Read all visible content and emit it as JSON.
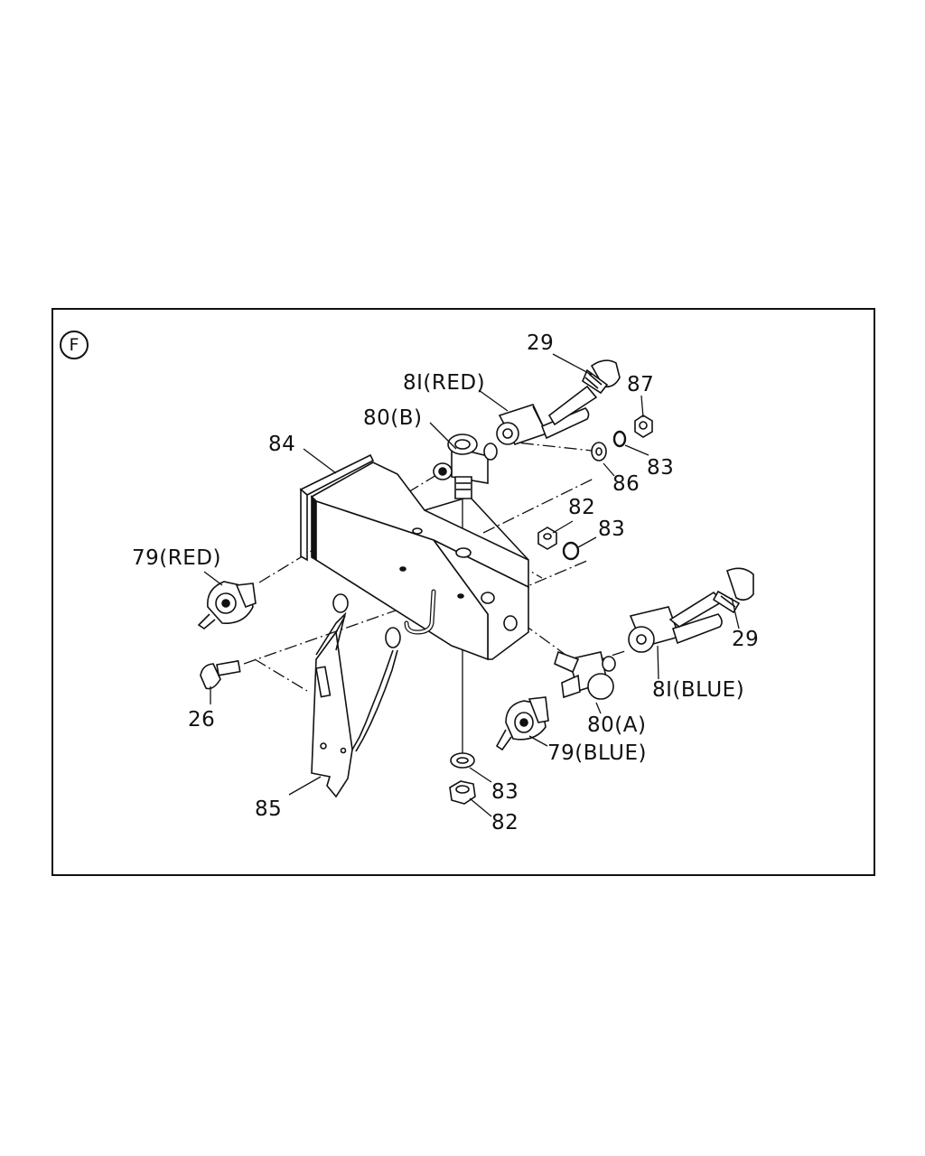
{
  "section": "F",
  "labels": {
    "p29_top": "29",
    "p81_red": "8I(RED)",
    "p87": "87",
    "p80_b": "80(B)",
    "p84": "84",
    "p83_top": "83",
    "p86": "86",
    "p82_mid": "82",
    "p83_mid": "83",
    "p79_red": "79(RED)",
    "p29_right": "29",
    "p81_blue": "8I(BLUE)",
    "p26": "26",
    "p80_a": "80(A)",
    "p79_blue": "79(BLUE)",
    "p85": "85",
    "p83_bot": "83",
    "p82_bot": "82"
  },
  "colors": {
    "ink": "#111111",
    "paper": "#ffffff"
  }
}
